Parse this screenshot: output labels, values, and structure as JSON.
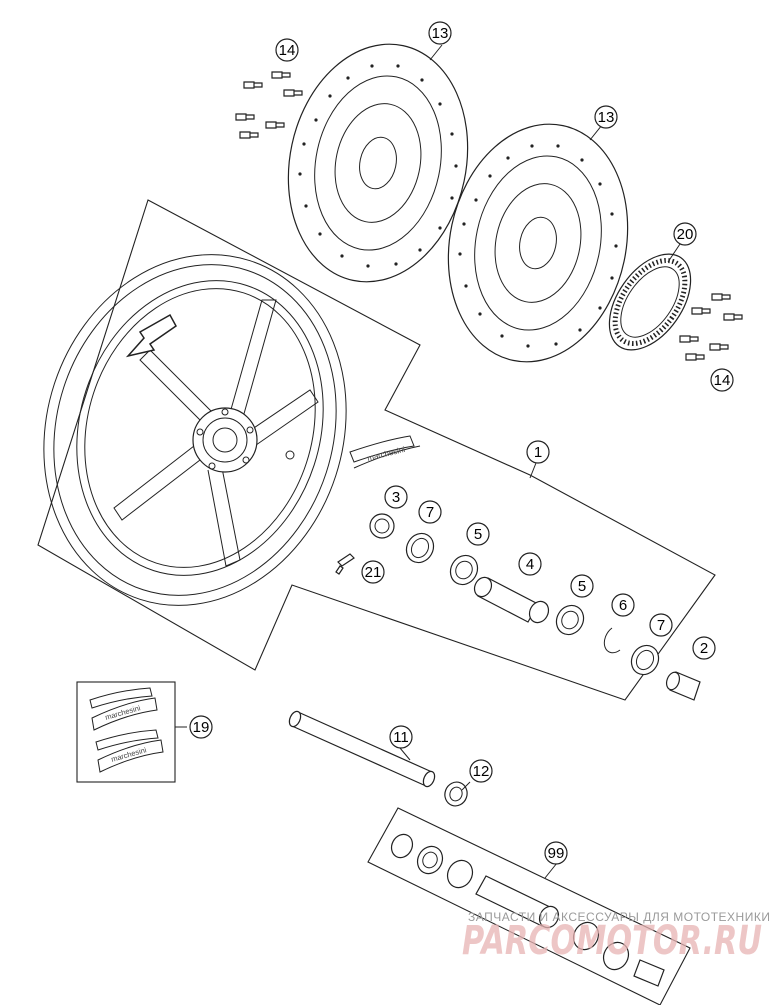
{
  "callouts": {
    "c1": "1",
    "c2": "2",
    "c3": "3",
    "c4": "4",
    "c5a": "5",
    "c5b": "5",
    "c6": "6",
    "c7a": "7",
    "c7b": "7",
    "c11": "11",
    "c12": "12",
    "c13a": "13",
    "c13b": "13",
    "c14a": "14",
    "c14b": "14",
    "c19": "19",
    "c20": "20",
    "c21": "21",
    "c99": "99"
  },
  "decals": {
    "brand": "marchesini"
  },
  "watermark": {
    "tagline": "ЗАПЧАСТИ И АКСЕССУАРЫ ДЛЯ МОТОТЕХНИКИ",
    "site": "PARCOMOTOR.RU"
  },
  "colors": {
    "line": "#222222",
    "watermark_text": "#9a9a9a",
    "watermark_logo": "#e8b4b4"
  }
}
